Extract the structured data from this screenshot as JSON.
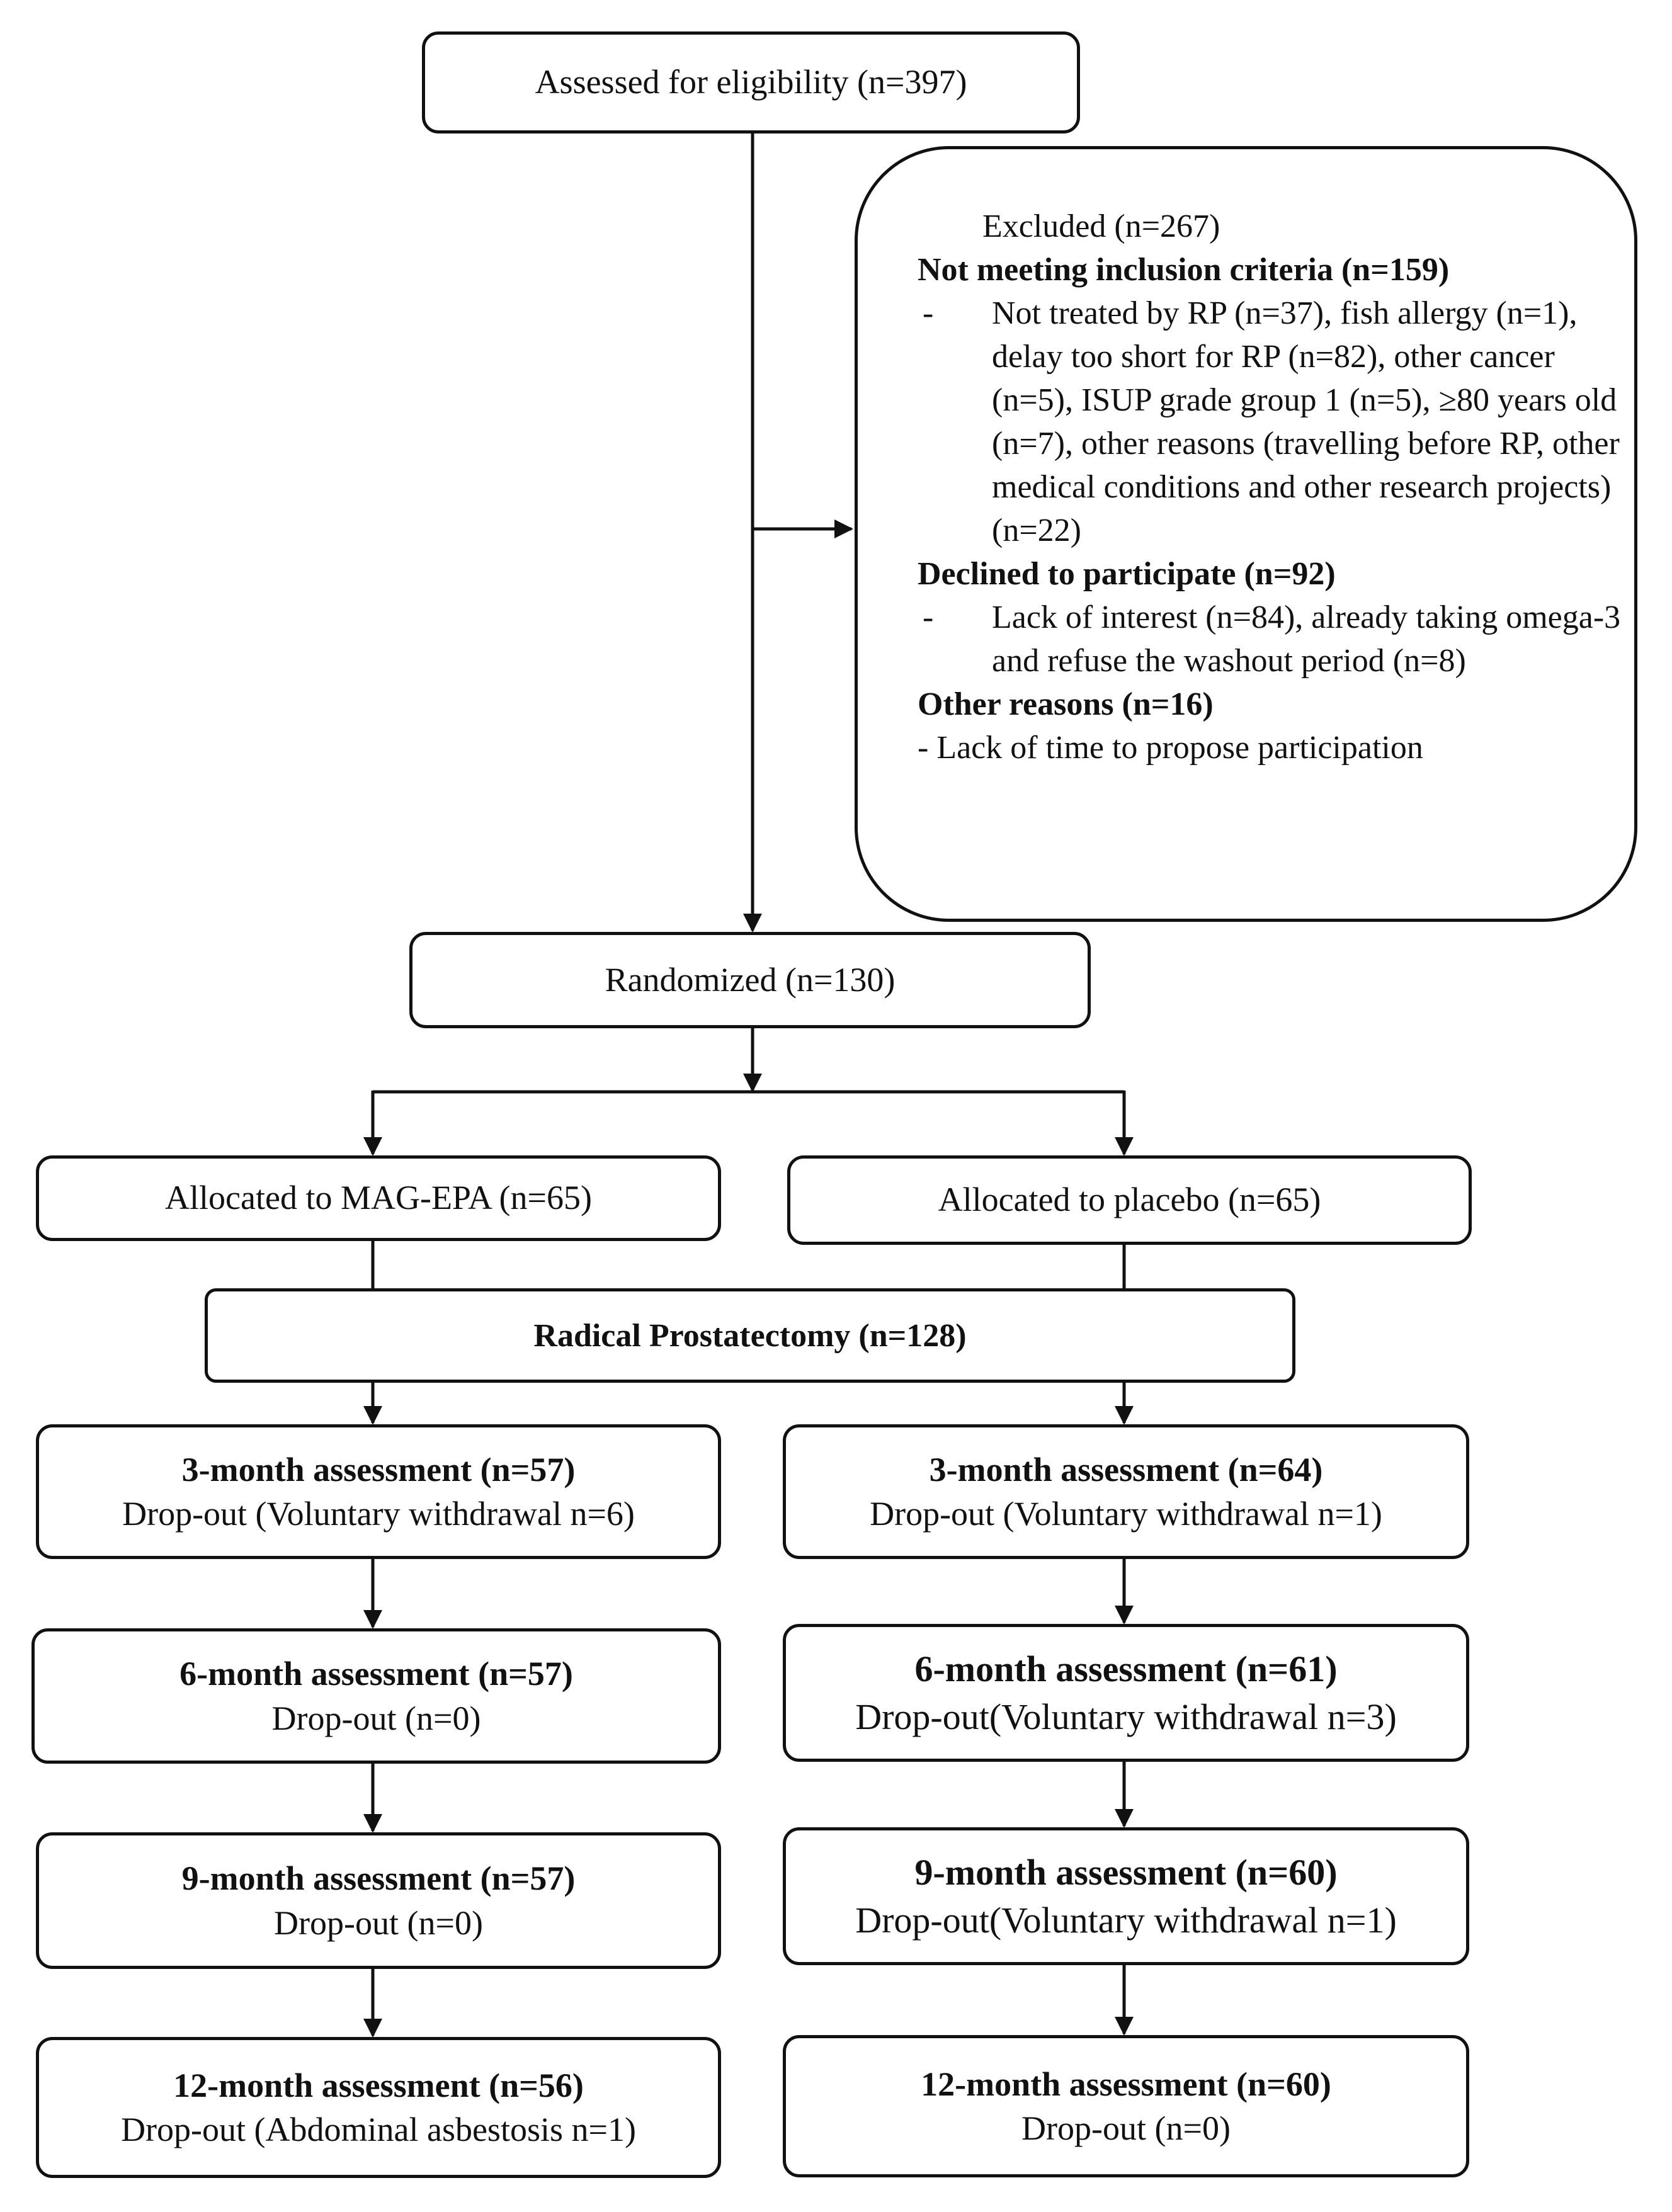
{
  "assessed": "Assessed for eligibility (n=397)",
  "excluded": {
    "title": "Excluded (n=267)",
    "groups": [
      {
        "heading": "Not meeting inclusion criteria (n=159)",
        "dash": "-",
        "text": "Not treated by RP (n=37), fish allergy (n=1), delay too short for RP (n=82), other cancer (n=5), ISUP grade group 1 (n=5), ≥80 years old (n=7), other reasons (travelling before RP, other medical conditions and other research projects) (n=22)"
      },
      {
        "heading": "Declined to participate (n=92)",
        "dash": "-",
        "text": "Lack of interest (n=84), already taking omega-3 and refuse the washout period (n=8)"
      },
      {
        "heading": "Other reasons (n=16)",
        "dash": "",
        "text": "- Lack of time to propose participation"
      }
    ]
  },
  "randomized": "Randomized (n=130)",
  "allocated_mag": "Allocated to MAG-EPA (n=65)",
  "allocated_placebo": "Allocated to placebo (n=65)",
  "prostatectomy": "Radical Prostatectomy  (n=128)",
  "mag_arm": [
    {
      "title": "3-month assessment (n=57)",
      "dropout": "Drop-out (Voluntary  withdrawal n=6)"
    },
    {
      "title": "6-month assessment (n=57)",
      "dropout": "Drop-out (n=0)"
    },
    {
      "title": "9-month assessment (n=57)",
      "dropout": "Drop-out (n=0)"
    },
    {
      "title": "12-month assessment (n=56)",
      "dropout": "Drop-out (Abdominal asbestosis n=1)"
    }
  ],
  "placebo_arm": [
    {
      "title": "3-month assessment (n=64)",
      "dropout": "Drop-out (Voluntary  withdrawal n=1)"
    },
    {
      "title": "6-month assessment (n=61)",
      "dropout": "Drop-out(Voluntary withdrawal n=3)"
    },
    {
      "title": "9-month assessment (n=60)",
      "dropout": "Drop-out(Voluntary withdrawal n=1)"
    },
    {
      "title": "12-month assessment (n=60)",
      "dropout": "Drop-out (n=0)"
    }
  ]
}
